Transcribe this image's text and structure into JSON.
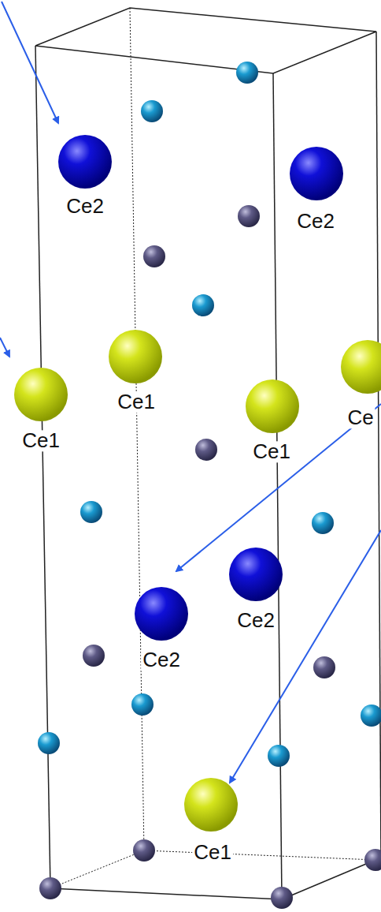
{
  "diagram": {
    "labels": [
      "Ce2",
      "Ce2",
      "Ce1",
      "Ce1",
      "Ce",
      "Ce1",
      "Ce2",
      "Ce2",
      "Ce1"
    ]
  }
}
